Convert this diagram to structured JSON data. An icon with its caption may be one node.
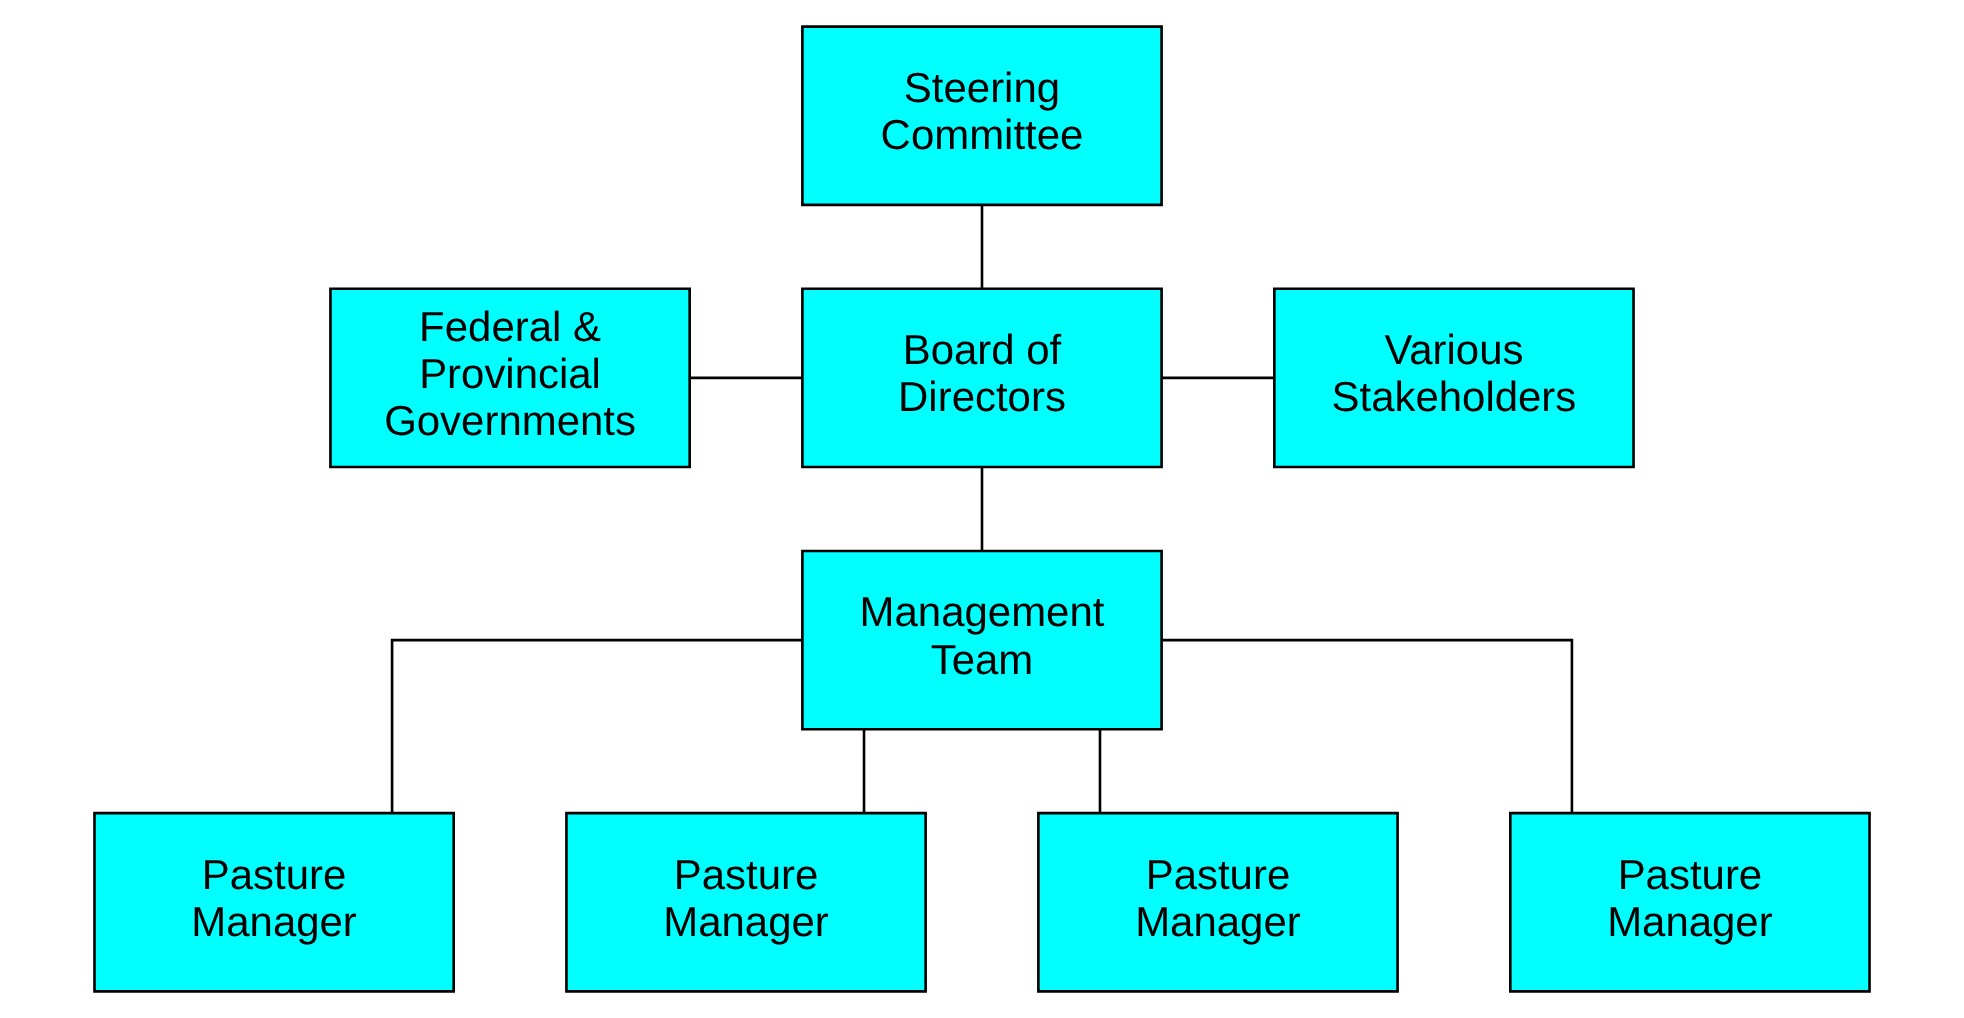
{
  "diagram": {
    "nodes": [
      {
        "text": [
          "Steering Committee"
        ]
      },
      {
        "text": [
          "Federal & Provincial Governments"
        ]
      },
      {
        "text": [
          "Board of Directors"
        ]
      },
      {
        "text": [
          "Various Stakeholders"
        ]
      },
      {
        "text": [
          "Management Team"
        ]
      },
      {
        "text": [
          "Pasture Manager"
        ]
      },
      {
        "text": [
          "Pasture Manager"
        ]
      },
      {
        "text": [
          "Pasture Manager"
        ]
      },
      {
        "text": [
          "Pasture Manager"
        ]
      }
    ],
    "edges": [
      {
        "from": 0,
        "to": 2,
        "arrow": "none"
      },
      {
        "from": 1,
        "to": 2,
        "arrow": "none"
      },
      {
        "from": 2,
        "to": 3,
        "arrow": "none"
      },
      {
        "from": 2,
        "to": 4,
        "arrow": "none"
      },
      {
        "from": 4,
        "to": 5,
        "arrow": "none"
      },
      {
        "from": 4,
        "to": 6,
        "arrow": "none"
      },
      {
        "from": 4,
        "to": 7,
        "arrow": "none"
      },
      {
        "from": 4,
        "to": 8,
        "arrow": "none"
      }
    ]
  }
}
